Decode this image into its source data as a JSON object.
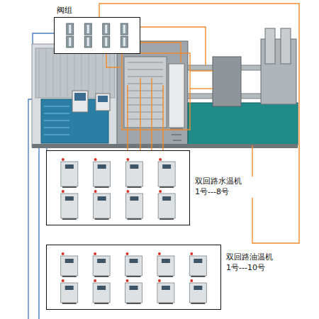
{
  "diagram": {
    "nodes": [
      {
        "text": [
          "阀组"
        ]
      },
      {
        "text": [
          "双回路水温机 1号---8号"
        ]
      },
      {
        "text": [
          "双回路油温机 1号---10号"
        ]
      }
    ]
  }
}
